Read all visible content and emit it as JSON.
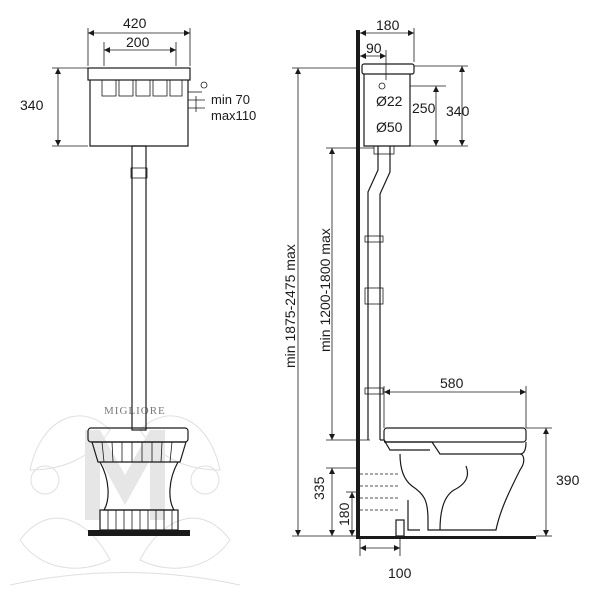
{
  "front_view": {
    "width_total": "420",
    "width_inner": "200",
    "cistern_height": "340",
    "flush_handle_min": "min 70",
    "flush_handle_max": "max110"
  },
  "side_view": {
    "cistern_depth": "180",
    "cistern_offset": "90",
    "inlet_diameter": "Ø22",
    "outlet_diameter": "Ø50",
    "inlet_height": "250",
    "cistern_height": "340",
    "total_height": "min 1875-2475 max",
    "pipe_height": "min 1200-1800 max",
    "bowl_length": "580",
    "bowl_height": "390",
    "outlet_height": "335",
    "floor_outlet_height": "180",
    "floor_outlet_distance": "100"
  },
  "watermark": {
    "brand": "MIGLIORE"
  },
  "colors": {
    "ink": "#1a1a1a",
    "watermark": "#7a7a7a"
  }
}
